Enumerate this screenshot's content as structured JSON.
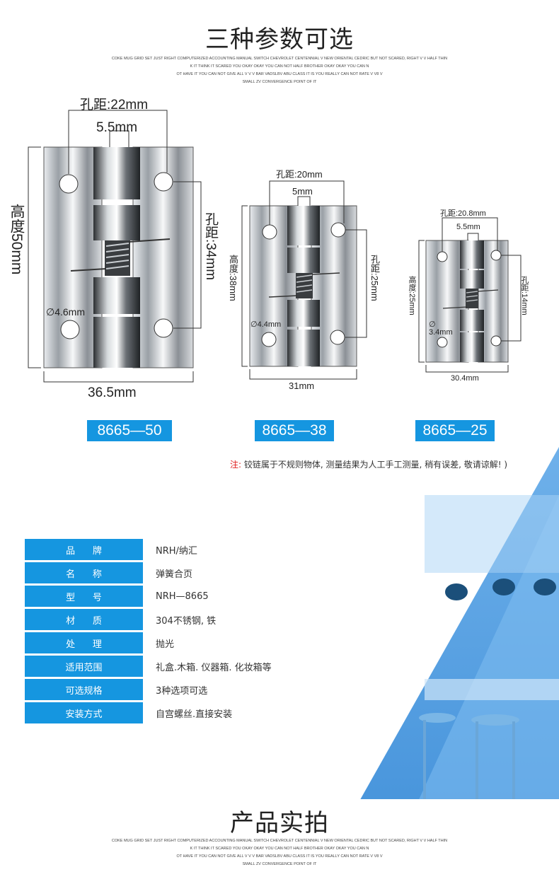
{
  "header1": {
    "title": "三种参数可选",
    "subtext": [
      "COKE MUG GRID SET JUST RIGHT COMPUTERIZED ACCOUNTING MANUAL SWITCH CHEVROLET CENTENNIAL V NEW ORIENTAL CEDRIC BUT NOT SCARED, RIGHT V V HALF THIN",
      "K IT THINK IT SCARED YOU OKAY OKAY YOU CAN NOT HALF BROTHER OKAY OKAY YOU CAN N",
      "OT HAVE IT YOU CAN NOT GIVE ALL V V V BAR VADSLBV ABU CLASS IT IS YOU REALLY CAN NOT RATE V V8 V",
      "SMALL ZV CONVERGENCE POINT OF IT"
    ]
  },
  "hinges": [
    {
      "model": "8665—50",
      "hole_spacing_h": "孔距:22mm",
      "pin": "5.5mm",
      "height": "高度50mm",
      "hole_spacing_v": "孔距:34mm",
      "hole_dia": "∅4.6mm",
      "width": "36.5mm"
    },
    {
      "model": "8665—38",
      "hole_spacing_h": "孔距:20mm",
      "pin": "5mm",
      "height": "高度:38mm",
      "hole_spacing_v": "孔距:25mm",
      "hole_dia": "∅4.4mm",
      "width": "31mm"
    },
    {
      "model": "8665—25",
      "hole_spacing_h": "孔距:20.8mm",
      "pin": "5.5mm",
      "height": "高度:25mm",
      "hole_spacing_v": "孔距:14mm",
      "hole_dia_1": "∅",
      "hole_dia_2": "3.4mm",
      "width": "30.4mm"
    }
  ],
  "note": {
    "prefix": "注:",
    "text": "铰链属于不规则物体, 测量结果为人工手工测量, 稍有误差, 敬请谅解! )"
  },
  "specs": [
    {
      "key": "品      牌",
      "value": "NRH/纳汇"
    },
    {
      "key": "名      称",
      "value": "弹簧合页"
    },
    {
      "key": "型      号",
      "value": "NRH—8665"
    },
    {
      "key": "材      质",
      "value": "304不锈钢, 铁"
    },
    {
      "key": "处      理",
      "value": "抛光"
    },
    {
      "key": "适用范围",
      "value": "礼盒.木箱. 仪器箱. 化妆箱等"
    },
    {
      "key": "可选规格",
      "value": "3种选项可选"
    },
    {
      "key": "安装方式",
      "value": "自宫螺丝.直接安装"
    }
  ],
  "header2": {
    "title": "产品实拍",
    "subtext": [
      "COKE MUG GRID SET JUST RIGHT COMPUTERIZED ACCOUNTING MANUAL SWITCH CHEVROLET CENTENNIAL V NEW ORIENTAL CEDRIC BUT NOT SCARED, RIGHT V V HALF THIN",
      "K IT THINK IT SCARED YOU OKAY OKAY YOU CAN NOT HALF BROTHER OKAY OKAY YOU CAN N",
      "OT HAVE IT YOU CAN NOT GIVE ALL V V V BAR VADSLBV ABU CLASS IT IS YOU REALLY CAN NOT RATE V V8 V",
      "SMALL ZV CONVERGENCE POINT OF IT"
    ]
  },
  "colors": {
    "accent": "#1596e0",
    "note_red": "#e02020"
  }
}
